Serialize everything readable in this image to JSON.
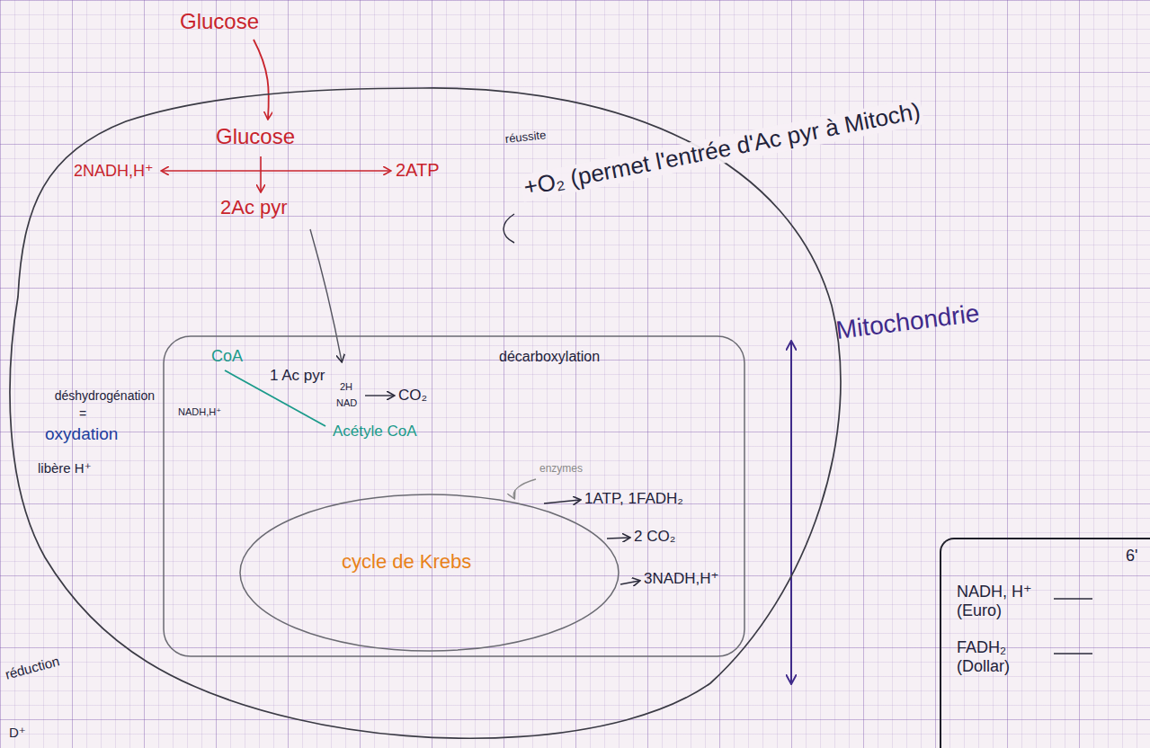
{
  "diagram": {
    "nodes": [
      {
        "text": [
          "Glucose",
          "2NADH,H⁺",
          "2ATP",
          "2Ac pyr"
        ]
      },
      {
        "text": [
          "CoA",
          "1 Ac pyr",
          "2H",
          "NAD",
          "NADH,H⁺",
          "CO₂",
          "décarboxylation",
          "Acétyle CoA",
          "enzymes",
          "1ATP, 1FADH₂",
          "2 CO₂",
          "3NADH,H⁺"
        ],
        "in": 0
      },
      {
        "text": [
          "cycle de Krebs"
        ],
        "in": 1
      },
      {
        "text": [
          "6'",
          "NADH, H⁺ (Euro)",
          "FADH₂ (Dollar)"
        ]
      }
    ],
    "labels": [
      "Glucose",
      "réussite",
      "+O₂ (permet l'entrée d'Ac pyr à Mitoch)",
      "Mitochondrie",
      "déshydrogénation",
      "=",
      "oxydation",
      "libère H⁺",
      "réduction",
      "D⁺"
    ]
  }
}
